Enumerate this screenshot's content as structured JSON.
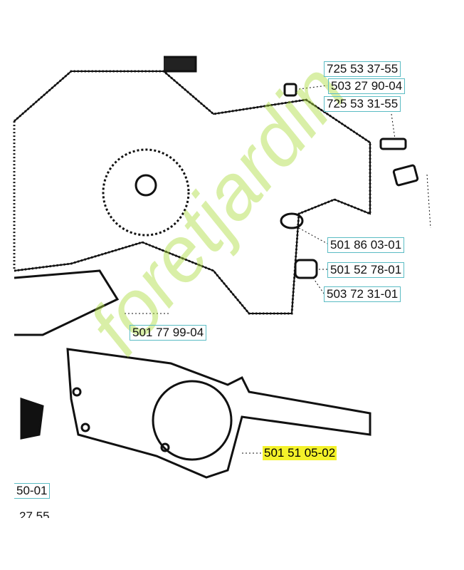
{
  "diagram": {
    "labels": [
      {
        "id": "p1",
        "text": "725 53 37-55"
      },
      {
        "id": "p2",
        "text": "503 27 90-04"
      },
      {
        "id": "p3",
        "text": "725 53 31-55"
      },
      {
        "id": "p4",
        "text": "501 86 03-01"
      },
      {
        "id": "p5",
        "text": "501 52 78-01"
      },
      {
        "id": "p6",
        "text": "503 72 31-01"
      },
      {
        "id": "p7",
        "text": "501 77 99-04"
      },
      {
        "id": "p9",
        "text": "50-01"
      },
      {
        "id": "p10",
        "text": "27 55"
      }
    ],
    "highlighted": {
      "text": "501 51 05-02",
      "color": "#f4f22a"
    },
    "watermark": "foretjardin"
  }
}
